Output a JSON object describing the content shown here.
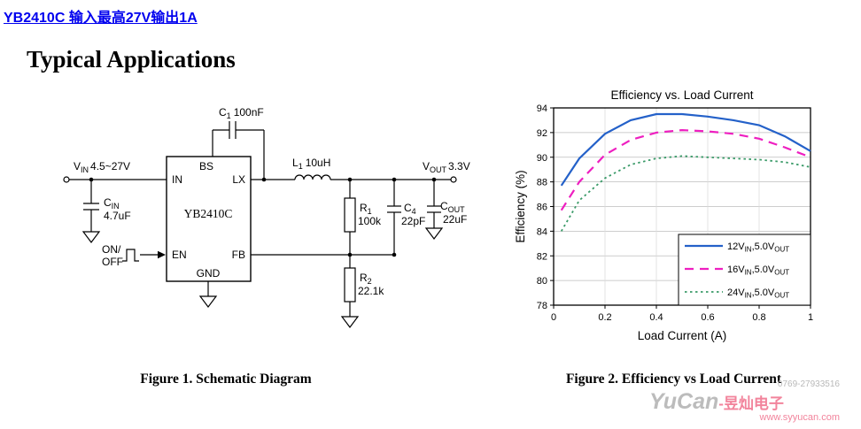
{
  "page": {
    "header_link": "YB2410C 输入最高27V输出1A",
    "title": "Typical Applications",
    "figure1_caption": "Figure 1. Schematic Diagram",
    "figure2_caption": "Figure 2.  Efficiency vs Load Current",
    "watermark": {
      "phone": "0769-27933516",
      "brand_latin": "YuCan",
      "brand_cn": "-昱灿电子",
      "url": "www.syyucan.com"
    }
  },
  "schematic": {
    "ic_name": "YB2410C",
    "pins": {
      "bs": "BS",
      "in": "IN",
      "lx": "LX",
      "en": "EN",
      "fb": "FB",
      "gnd": "GND"
    },
    "vin": {
      "name": "V",
      "sub": "IN",
      "value": "4.5~27V"
    },
    "cin": {
      "name": "C",
      "sub": "IN",
      "value": "4.7uF"
    },
    "c1": {
      "name": "C",
      "sub": "1",
      "value": "100nF"
    },
    "l1": {
      "name": "L",
      "sub": "1",
      "value": "10uH"
    },
    "r1": {
      "name": "R",
      "sub": "1",
      "value": "100k"
    },
    "c4": {
      "name": "C",
      "sub": "4",
      "value": "22pF"
    },
    "cout": {
      "name": "C",
      "sub": "OUT",
      "value": "22uF"
    },
    "r2": {
      "name": "R",
      "sub": "2",
      "value": "22.1k"
    },
    "vout": {
      "name": "V",
      "sub": "OUT",
      "value": "3.3V"
    },
    "onoff_line1": "ON/",
    "onoff_line2": "OFF"
  },
  "chart_data": {
    "type": "line",
    "title": "Efficiency vs. Load Current",
    "xlabel": "Load Current (A)",
    "ylabel": "Efficiency (%)",
    "xlim": [
      0,
      1
    ],
    "ylim": [
      78,
      94
    ],
    "xticks": [
      0,
      0.2,
      0.4,
      0.6,
      0.8,
      1
    ],
    "yticks": [
      78,
      80,
      82,
      84,
      86,
      88,
      90,
      92,
      94
    ],
    "grid": "both",
    "legend_position": "lower right",
    "series": [
      {
        "name": "12VIN,5.0VOUT",
        "label_parts": {
          "pre": "12V",
          "sub1": "IN",
          "mid": ",5.0V",
          "sub2": "OUT"
        },
        "color": "#2461c9",
        "style": "solid",
        "x": [
          0.03,
          0.1,
          0.2,
          0.3,
          0.4,
          0.5,
          0.6,
          0.7,
          0.8,
          0.9,
          1.0
        ],
        "y": [
          87.7,
          89.9,
          91.9,
          93.0,
          93.5,
          93.5,
          93.3,
          93.0,
          92.6,
          91.7,
          90.5
        ]
      },
      {
        "name": "16VIN,5.0VOUT",
        "label_parts": {
          "pre": "16V",
          "sub1": "IN",
          "mid": ",5.0V",
          "sub2": "OUT"
        },
        "color": "#ee1fc0",
        "style": "dashed",
        "x": [
          0.03,
          0.1,
          0.2,
          0.3,
          0.4,
          0.5,
          0.6,
          0.7,
          0.8,
          0.9,
          1.0
        ],
        "y": [
          85.7,
          88.0,
          90.2,
          91.4,
          92.0,
          92.2,
          92.1,
          91.9,
          91.5,
          90.8,
          90.0
        ]
      },
      {
        "name": "24VIN,5.0VOUT",
        "label_parts": {
          "pre": "24V",
          "sub1": "IN",
          "mid": ",5.0V",
          "sub2": "OUT"
        },
        "color": "#3a9a68",
        "style": "dotted",
        "x": [
          0.03,
          0.1,
          0.2,
          0.3,
          0.4,
          0.5,
          0.6,
          0.7,
          0.8,
          0.9,
          1.0
        ],
        "y": [
          84.0,
          86.5,
          88.3,
          89.4,
          89.9,
          90.1,
          90.0,
          89.9,
          89.8,
          89.6,
          89.2
        ]
      }
    ]
  }
}
